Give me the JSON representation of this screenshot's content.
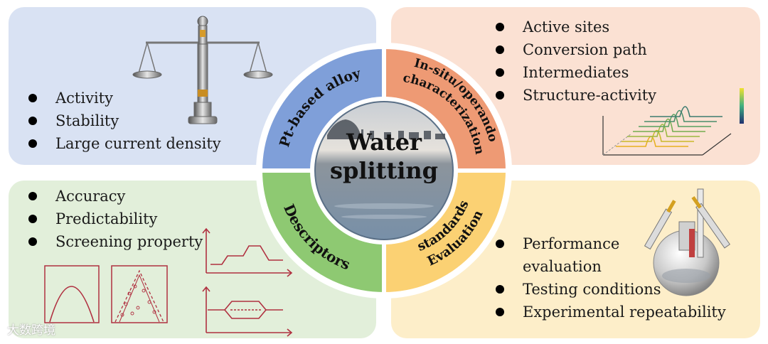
{
  "center": {
    "line1": "Water",
    "line2": "splitting"
  },
  "segments": {
    "top_left": "Pt-based alloy",
    "top_right_line1": "In-situ/operando",
    "top_right_line2": "characterization",
    "bottom_left": "Descriptors",
    "bottom_right_line1": "Evaluation",
    "bottom_right_line2": "standards"
  },
  "panels": {
    "top_left": [
      "Activity",
      "Stability",
      "Large current density"
    ],
    "top_right": [
      "Active sites",
      "Conversion path",
      "Intermediates",
      "Structure-activity"
    ],
    "bottom_left": [
      "Accuracy",
      "Predictability",
      "Screening property"
    ],
    "bottom_right": {
      "item1_line1": "Performance",
      "item1_line2": "evaluation",
      "item2": "Testing conditions",
      "item3": "Experimental repeatability"
    }
  },
  "watermark": "大数跨境",
  "icons": {
    "top_left": "balance-scale-icon",
    "top_right": "spectra-waterfall-icon",
    "bottom_left": "volcano-plot-icon",
    "bottom_right": "electrochemical-cell-icon"
  },
  "colors": {
    "segment_blue": "#7f9fd9",
    "segment_orange": "#ee9a74",
    "segment_green": "#8ec972",
    "segment_yellow": "#fbd173",
    "plot_line": "#b03040"
  }
}
